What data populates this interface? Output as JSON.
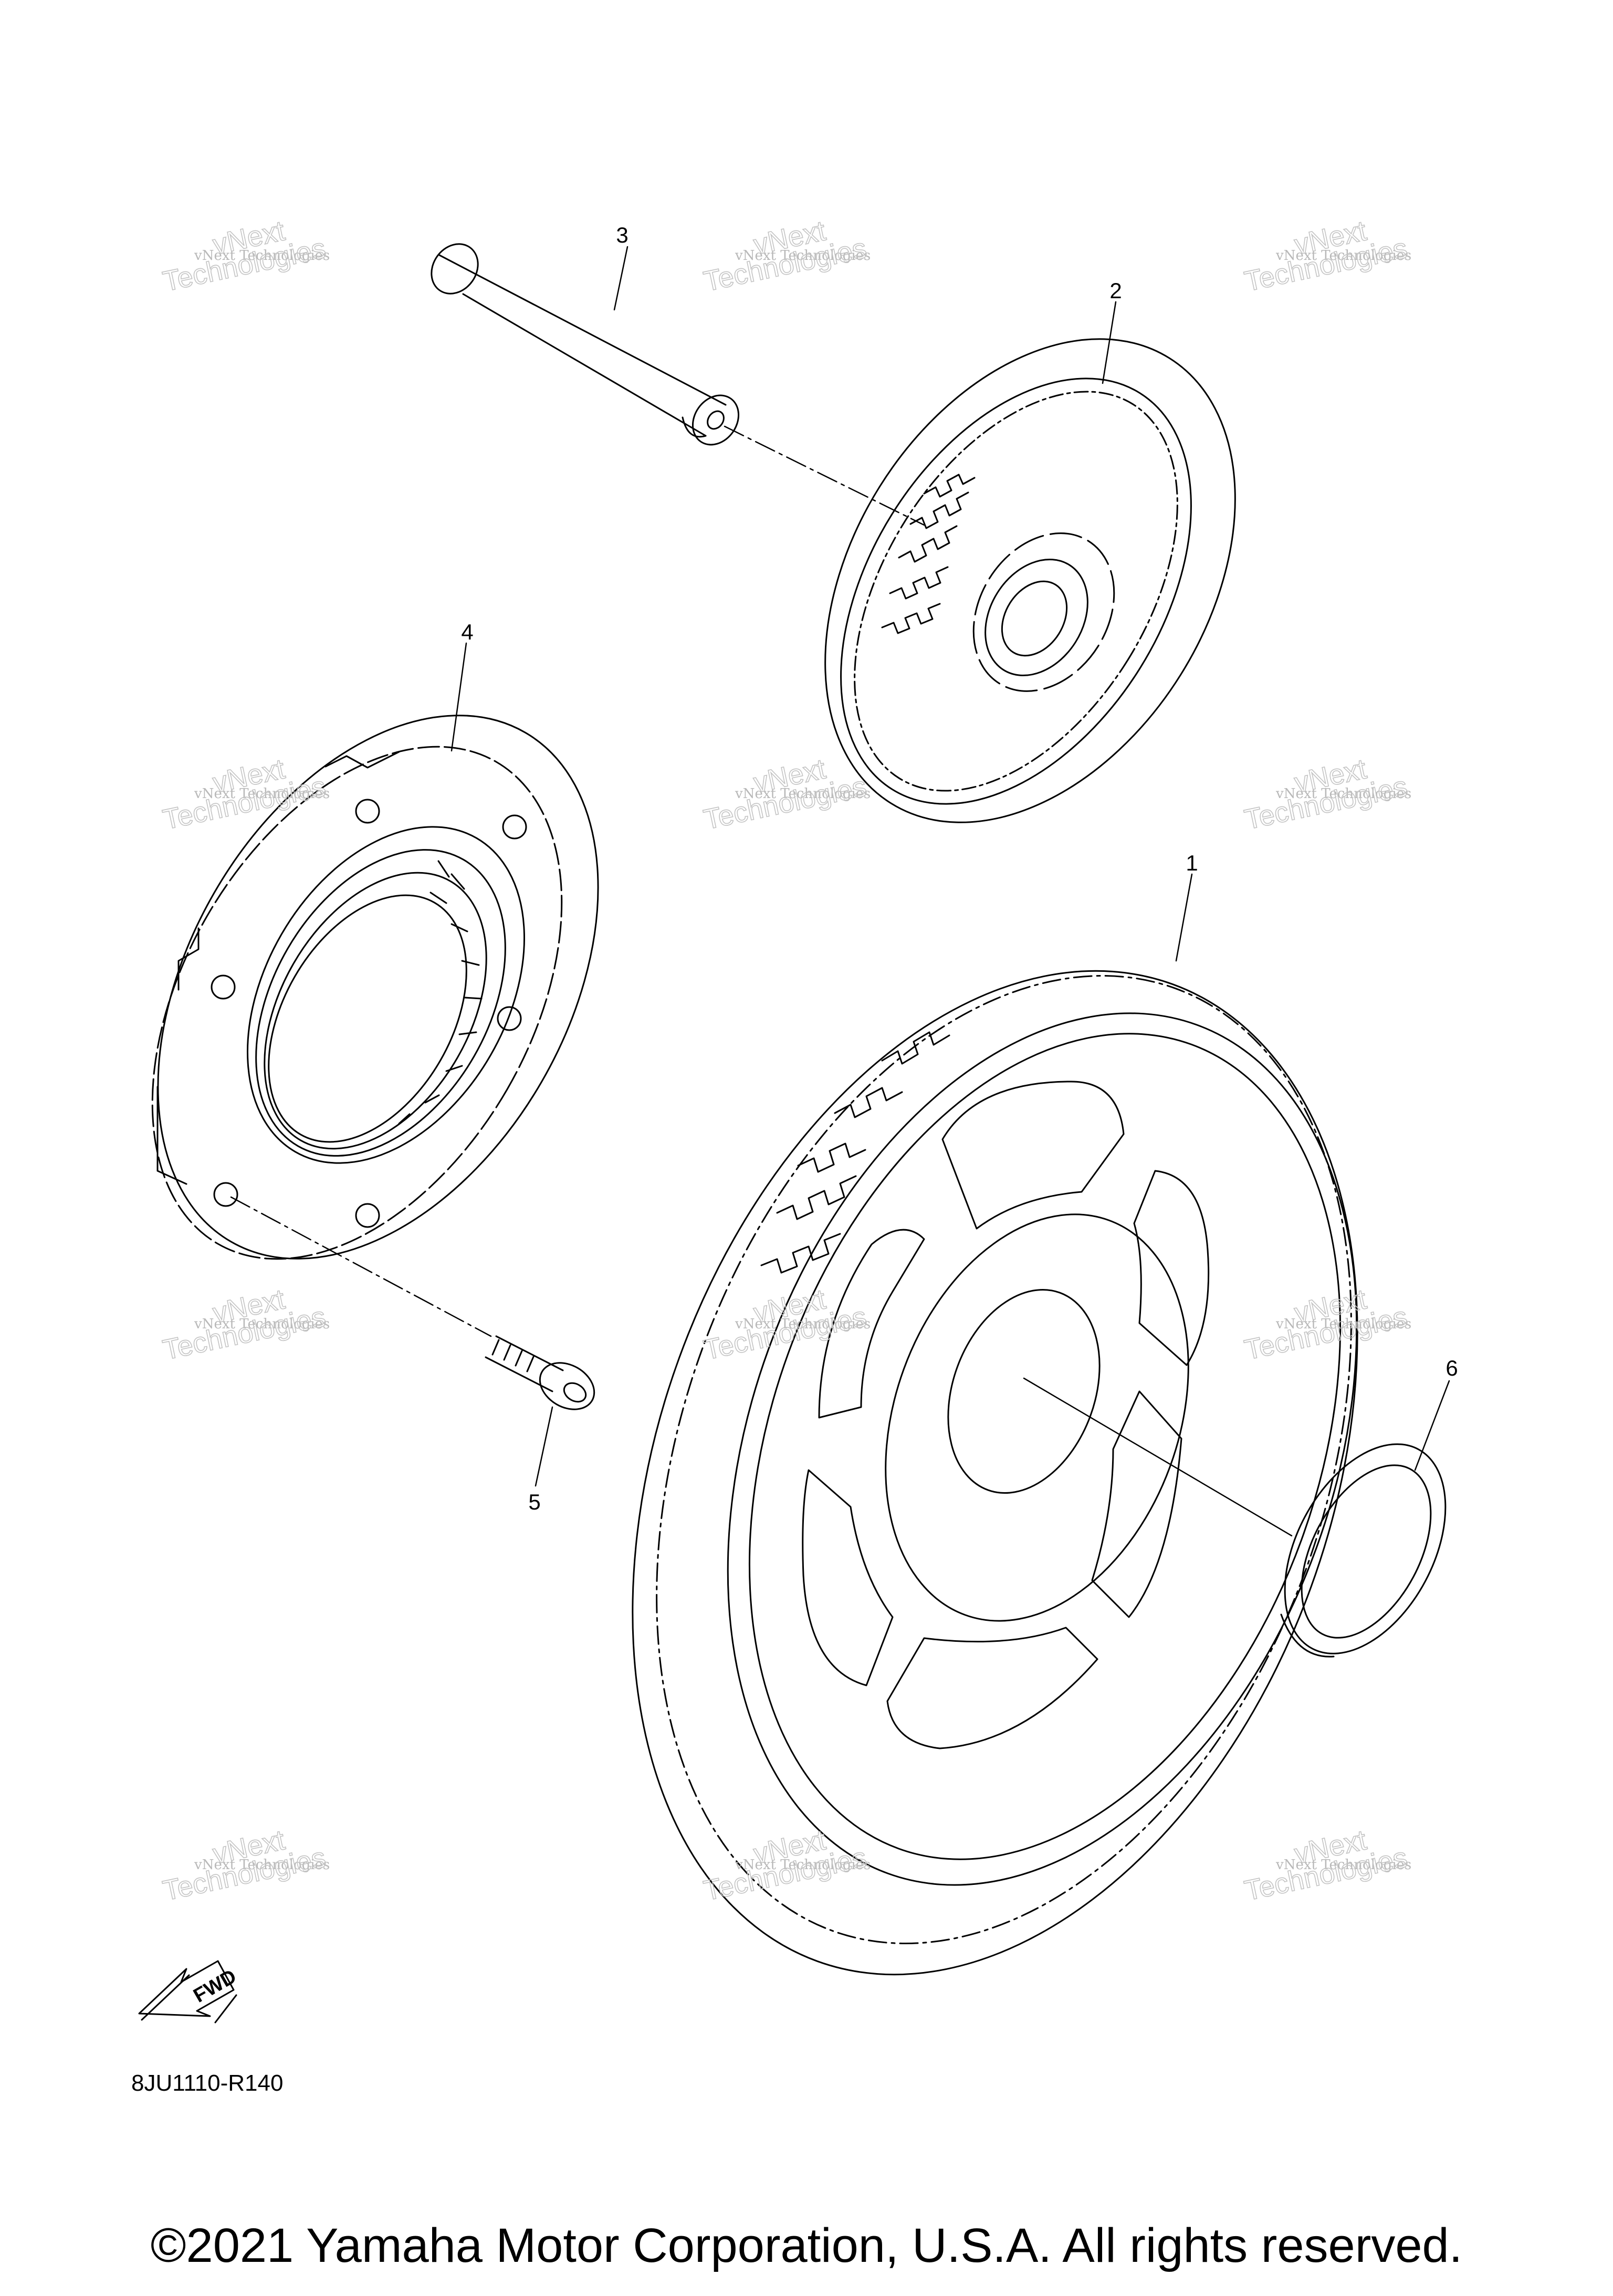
{
  "diagram": {
    "parts": [
      {
        "number": "1"
      },
      {
        "number": "2"
      },
      {
        "number": "3"
      },
      {
        "number": "4"
      },
      {
        "number": "5"
      },
      {
        "number": "6"
      }
    ],
    "fwd_label": "FWD",
    "diagram_code": "8JU1110-R140"
  },
  "watermark": {
    "line1": "vNext Technologies",
    "line2": "Technologies",
    "line3": "vNext"
  },
  "copyright": "©2021 Yamaha Motor Corporation, U.S.A. All rights reserved."
}
